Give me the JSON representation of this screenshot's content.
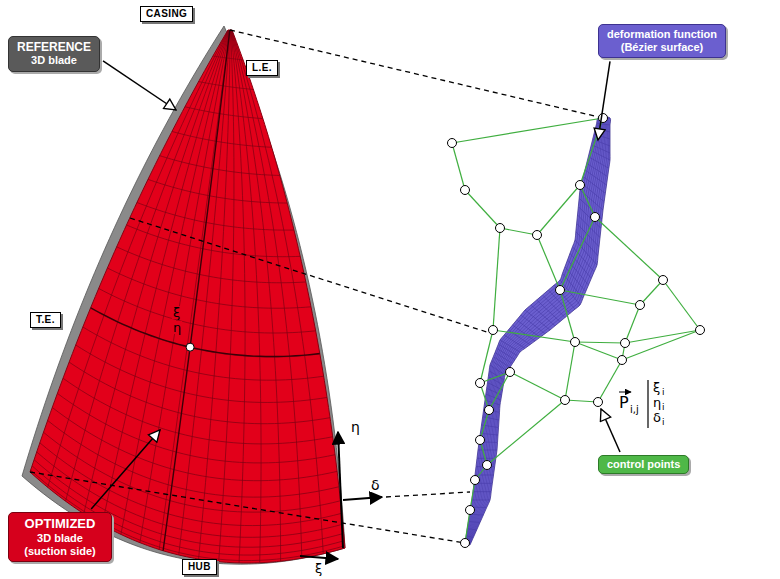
{
  "diagram": {
    "nodes": [
      {
        "text": [
          "CASING"
        ]
      },
      {
        "text": [
          "REFERENCE",
          "3D blade"
        ]
      },
      {
        "text": [
          "L.E."
        ]
      },
      {
        "text": [
          "T.E."
        ]
      },
      {
        "text": [
          "OPTIMIZED",
          "3D blade (suction side)"
        ]
      },
      {
        "text": [
          "HUB"
        ]
      },
      {
        "text": [
          "deformation function",
          "(Bézier surface)"
        ]
      },
      {
        "text": [
          "control points"
        ]
      }
    ],
    "labels": [
      "ξ",
      "η",
      "η",
      "δ",
      "ξ",
      "P",
      "i,j",
      "ξ",
      "i",
      "η",
      "i",
      "δ",
      "i"
    ]
  }
}
